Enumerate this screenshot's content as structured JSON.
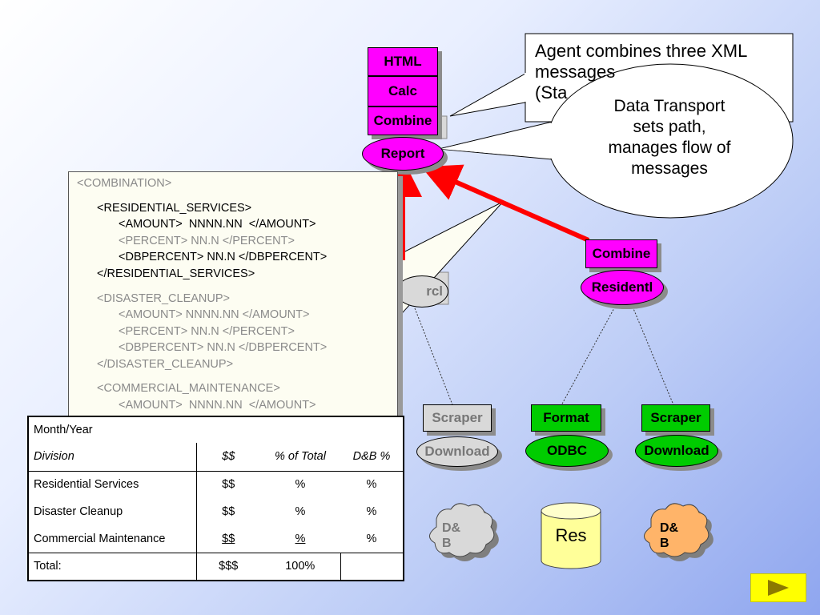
{
  "callout": {
    "line1": "Agent combines three XML",
    "line2": "messages",
    "line3": "(Sta"
  },
  "bubble": {
    "lines": [
      "Data Transport",
      "sets path,",
      "manages flow of",
      "messages"
    ]
  },
  "stack": {
    "html": "HTML",
    "calc": "Calc",
    "combine": "Combine",
    "report": "Report"
  },
  "residential_node": {
    "combine": "Combine",
    "residentl": "Residentl"
  },
  "hidden_node": {
    "fragment": "rcl"
  },
  "sources": {
    "scraper1": {
      "top": "Scraper",
      "bottom": "Download",
      "cloud": "D&\nB"
    },
    "format": {
      "top": "Format",
      "bottom": "ODBC",
      "db": "Res"
    },
    "scraper2": {
      "top": "Scraper",
      "bottom": "Download",
      "cloud": "D&\nB"
    }
  },
  "xml": {
    "lines": [
      {
        "text": "<COMBINATION>",
        "indent": 0,
        "gray": true
      },
      {
        "text": "<RESIDENTIAL_SERVICES>",
        "indent": 1,
        "gray": false
      },
      {
        "text": "<AMOUNT>  NNNN.NN  </AMOUNT>",
        "indent": 2,
        "gray": false
      },
      {
        "text": "<PERCENT> NN.N </PERCENT>",
        "indent": 2,
        "gray": true
      },
      {
        "text": "<DBPERCENT> NN.N </DBPERCENT>",
        "indent": 2,
        "gray": false
      },
      {
        "text": "</RESIDENTIAL_SERVICES>",
        "indent": 1,
        "gray": false
      },
      {
        "text": "<DISASTER_CLEANUP>",
        "indent": 1,
        "gray": true
      },
      {
        "text": "<AMOUNT> NNNN.NN </AMOUNT>",
        "indent": 2,
        "gray": true
      },
      {
        "text": "<PERCENT> NN.N </PERCENT>",
        "indent": 2,
        "gray": true
      },
      {
        "text": "<DBPERCENT> NN.N </DBPERCENT>",
        "indent": 2,
        "gray": true
      },
      {
        "text": "</DISASTER_CLEANUP>",
        "indent": 1,
        "gray": true
      },
      {
        "text": "<COMMERCIAL_MAINTENANCE>",
        "indent": 1,
        "gray": true
      },
      {
        "text": "<AMOUNT>  NNNN.NN  </AMOUNT>",
        "indent": 2,
        "gray": true
      }
    ]
  },
  "table": {
    "title": "Month/Year",
    "headers": [
      "Division",
      "$$",
      "% of Total",
      "D&B %"
    ],
    "rows": [
      [
        "Residential Services",
        "$$",
        "%",
        "%"
      ],
      [
        "Disaster Cleanup",
        "$$",
        "%",
        "%"
      ],
      [
        "Commercial Maintenance",
        "$$",
        "%",
        "%"
      ]
    ],
    "total": [
      "Total:",
      "$$$",
      "100%",
      ""
    ]
  },
  "colors": {
    "magenta": "#ff00ff",
    "green": "#00cc00",
    "arrow_red": "#ff0000",
    "nav_yellow": "#ffff00",
    "panel": "#fdfdf2"
  },
  "nav": {
    "icon": "play-triangle-icon"
  }
}
